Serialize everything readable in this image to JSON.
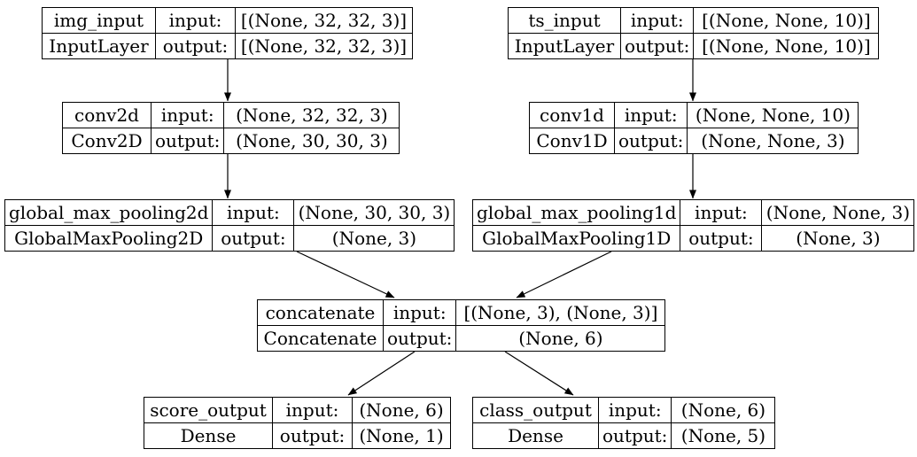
{
  "diagram": {
    "background_color": "#ffffff",
    "border_color": "#000000",
    "text_color": "#000000",
    "nodes": [
      {
        "id": "img_input",
        "name": "img_input",
        "type": "InputLayer",
        "input_label": "input:",
        "output_label": "output:",
        "input_shape": "[(None, 32, 32, 3)]",
        "output_shape": "[(None, 32, 32, 3)]"
      },
      {
        "id": "ts_input",
        "name": "ts_input",
        "type": "InputLayer",
        "input_label": "input:",
        "output_label": "output:",
        "input_shape": "[(None, None, 10)]",
        "output_shape": "[(None, None, 10)]"
      },
      {
        "id": "conv2d",
        "name": "conv2d",
        "type": "Conv2D",
        "input_label": "input:",
        "output_label": "output:",
        "input_shape": "(None, 32, 32, 3)",
        "output_shape": "(None, 30, 30, 3)"
      },
      {
        "id": "conv1d",
        "name": "conv1d",
        "type": "Conv1D",
        "input_label": "input:",
        "output_label": "output:",
        "input_shape": "(None, None, 10)",
        "output_shape": "(None, None, 3)"
      },
      {
        "id": "global_max_pooling2d",
        "name": "global_max_pooling2d",
        "type": "GlobalMaxPooling2D",
        "input_label": "input:",
        "output_label": "output:",
        "input_shape": "(None, 30, 30, 3)",
        "output_shape": "(None, 3)"
      },
      {
        "id": "global_max_pooling1d",
        "name": "global_max_pooling1d",
        "type": "GlobalMaxPooling1D",
        "input_label": "input:",
        "output_label": "output:",
        "input_shape": "(None, None, 3)",
        "output_shape": "(None, 3)"
      },
      {
        "id": "concatenate",
        "name": "concatenate",
        "type": "Concatenate",
        "input_label": "input:",
        "output_label": "output:",
        "input_shape": "[(None, 3), (None, 3)]",
        "output_shape": "(None, 6)"
      },
      {
        "id": "score_output",
        "name": "score_output",
        "type": "Dense",
        "input_label": "input:",
        "output_label": "output:",
        "input_shape": "(None, 6)",
        "output_shape": "(None, 1)"
      },
      {
        "id": "class_output",
        "name": "class_output",
        "type": "Dense",
        "input_label": "input:",
        "output_label": "output:",
        "input_shape": "(None, 6)",
        "output_shape": "(None, 5)"
      }
    ],
    "edges": [
      {
        "from": "img_input",
        "to": "conv2d"
      },
      {
        "from": "ts_input",
        "to": "conv1d"
      },
      {
        "from": "conv2d",
        "to": "global_max_pooling2d"
      },
      {
        "from": "conv1d",
        "to": "global_max_pooling1d"
      },
      {
        "from": "global_max_pooling2d",
        "to": "concatenate"
      },
      {
        "from": "global_max_pooling1d",
        "to": "concatenate"
      },
      {
        "from": "concatenate",
        "to": "score_output"
      },
      {
        "from": "concatenate",
        "to": "class_output"
      }
    ]
  }
}
